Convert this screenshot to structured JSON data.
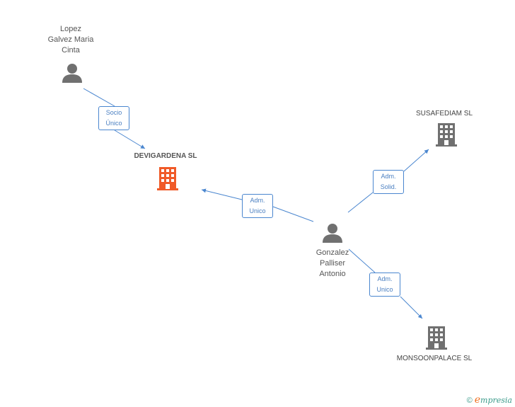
{
  "nodes": {
    "lopez": {
      "label": "Lopez\nGalvez Maria\nCinta",
      "kind": "person"
    },
    "devigardena": {
      "label": "DEVIGARDENA SL",
      "kind": "company-main"
    },
    "susafediam": {
      "label": "SUSAFEDIAM SL",
      "kind": "company"
    },
    "gonzalez": {
      "label": "Gonzalez\nPalliser\nAntonio",
      "kind": "person"
    },
    "monsoonpalace": {
      "label": "MONSOONPALACE SL",
      "kind": "company"
    }
  },
  "edges": [
    {
      "from": "lopez",
      "to": "devigardena",
      "label": "Socio\nÚnico"
    },
    {
      "from": "gonzalez",
      "to": "devigardena",
      "label": "Adm.\nUnico"
    },
    {
      "from": "gonzalez",
      "to": "susafediam",
      "label": "Adm.\nSolid."
    },
    {
      "from": "gonzalez",
      "to": "monsoonpalace",
      "label": "Adm.\nUnico"
    }
  ],
  "colors": {
    "edge": "#4a86cf",
    "person": "#707070",
    "company": "#707070",
    "company_main": "#f05a28"
  },
  "footer": {
    "copyright": "©",
    "brand_initial": "e",
    "brand_rest": "mpresia"
  }
}
